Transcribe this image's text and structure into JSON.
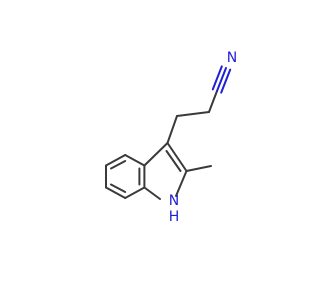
{
  "molecule": {
    "atoms": {
      "nitrile_n": "N",
      "indole_n": "N",
      "indole_h": "H"
    },
    "colors": {
      "bond": "#3a3a3a",
      "nitrogen": "#1f1fd6"
    }
  }
}
